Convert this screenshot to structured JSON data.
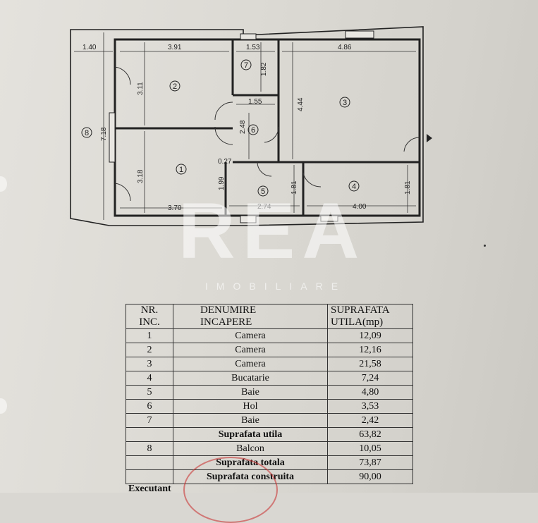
{
  "floor_plan": {
    "dimensions": [
      "1.40",
      "3.91",
      "1.53",
      "4.86",
      "3.11",
      "1.82",
      "1.55",
      "4.44",
      "2.48",
      "7.18",
      "0.27",
      "3.18",
      "1.99",
      "1.81",
      "1.81",
      "3.70",
      "2.74",
      "4.00"
    ],
    "room_numbers": [
      "1",
      "2",
      "3",
      "4",
      "5",
      "6",
      "7",
      "8"
    ]
  },
  "watermark": {
    "logo": "REA",
    "tagline": "IMOBILIARE"
  },
  "table": {
    "headers": {
      "nr_line1": "NR.",
      "nr_line2": "INC.",
      "name_line1": "DENUMIRE",
      "name_line2": "INCAPERE",
      "area_line1": "SUPRAFATA",
      "area_line2": "UTILA(mp)"
    },
    "rows": [
      {
        "nr": "1",
        "name": "Camera",
        "area": "12,09"
      },
      {
        "nr": "2",
        "name": "Camera",
        "area": "12,16"
      },
      {
        "nr": "3",
        "name": "Camera",
        "area": "21,58"
      },
      {
        "nr": "4",
        "name": "Bucatarie",
        "area": "7,24"
      },
      {
        "nr": "5",
        "name": "Baie",
        "area": "4,80"
      },
      {
        "nr": "6",
        "name": "Hol",
        "area": "3,53"
      },
      {
        "nr": "7",
        "name": "Baie",
        "area": "2,42"
      }
    ],
    "suprafata_utila": {
      "label": "Suprafata utila",
      "area": "63,82"
    },
    "balcon": {
      "nr": "8",
      "name": "Balcon",
      "area": "10,05"
    },
    "suprafata_totala": {
      "label": "Suprafata totala",
      "area": "73,87"
    },
    "suprafata_construita": {
      "label": "Suprafata construita",
      "area": "90,00"
    }
  },
  "executant": "Executant"
}
